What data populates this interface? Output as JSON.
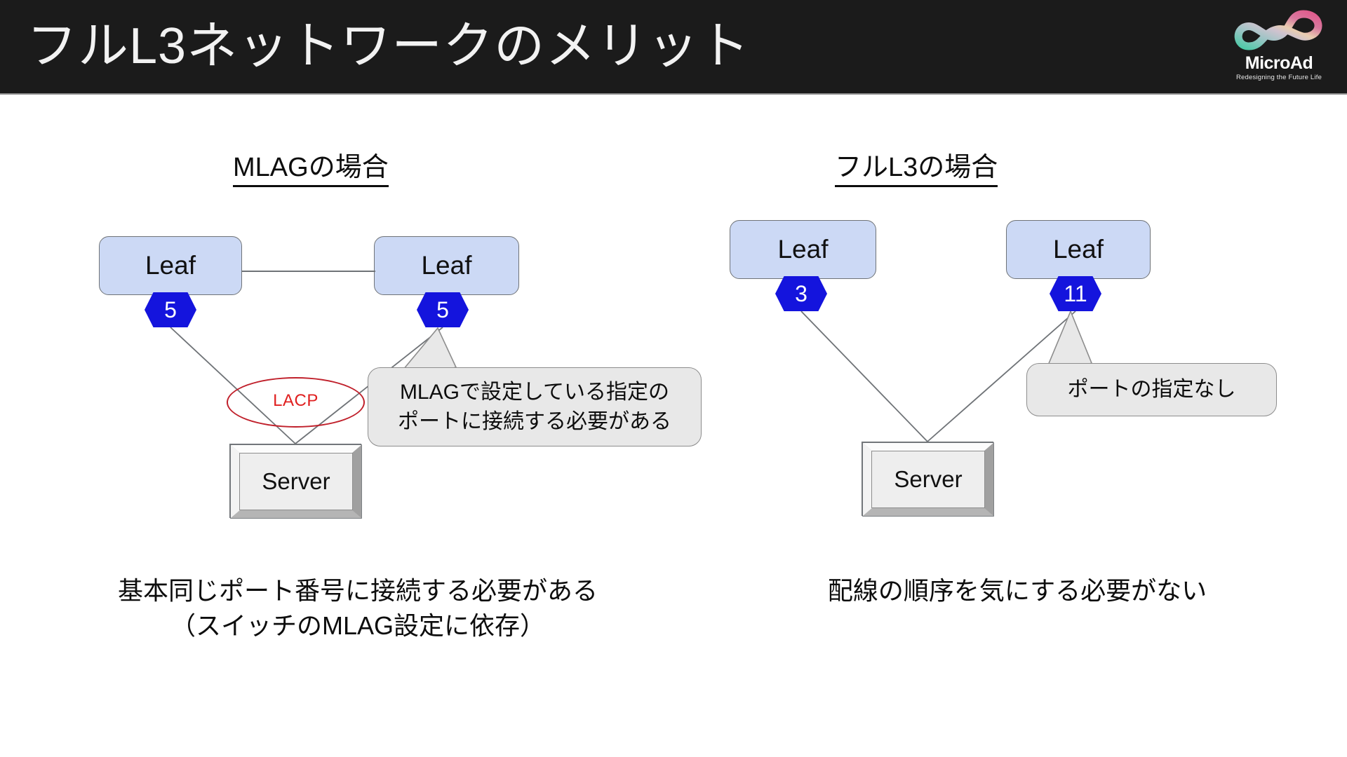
{
  "header": {
    "title": "フルL3ネットワークのメリット",
    "background_color": "#1b1b1b",
    "title_color": "#f2f2f2"
  },
  "logo": {
    "name": "microad-logo",
    "wordmark": "MicroAd",
    "tagline": "Redesigning the Future Life",
    "gradient_colors": [
      "#4fc9a8",
      "#b9b4d8",
      "#e8cdb0",
      "#d8789e",
      "#e05a8c"
    ]
  },
  "colors": {
    "leaf_fill": "#ccd9f5",
    "leaf_border": "#6f7377",
    "port_hex_fill": "#1414dd",
    "port_hex_text": "#ffffff",
    "callout_fill": "#e8e8e8",
    "callout_border": "#8d8d8d",
    "lacp_stroke": "#c0202b",
    "lacp_text": "#e02020",
    "wire_stroke": "#6f7377",
    "server_fill": "#eeeeee"
  },
  "diagrams": {
    "left": {
      "heading": "MLAGの場合",
      "leaves": [
        {
          "label": "Leaf",
          "port": "5"
        },
        {
          "label": "Leaf",
          "port": "5"
        }
      ],
      "peer_link": true,
      "lacp_label": "LACP",
      "server_label": "Server",
      "callout_lines": [
        "MLAGで設定している指定の",
        "ポートに接続する必要がある"
      ],
      "caption_lines": [
        "基本同じポート番号に接続する必要がある",
        "（スイッチのMLAG設定に依存）"
      ]
    },
    "right": {
      "heading": "フルL3の場合",
      "leaves": [
        {
          "label": "Leaf",
          "port": "3"
        },
        {
          "label": "Leaf",
          "port": "11"
        }
      ],
      "peer_link": false,
      "server_label": "Server",
      "callout_lines": [
        "ポートの指定なし"
      ],
      "caption_lines": [
        "配線の順序を気にする必要がない"
      ]
    }
  }
}
